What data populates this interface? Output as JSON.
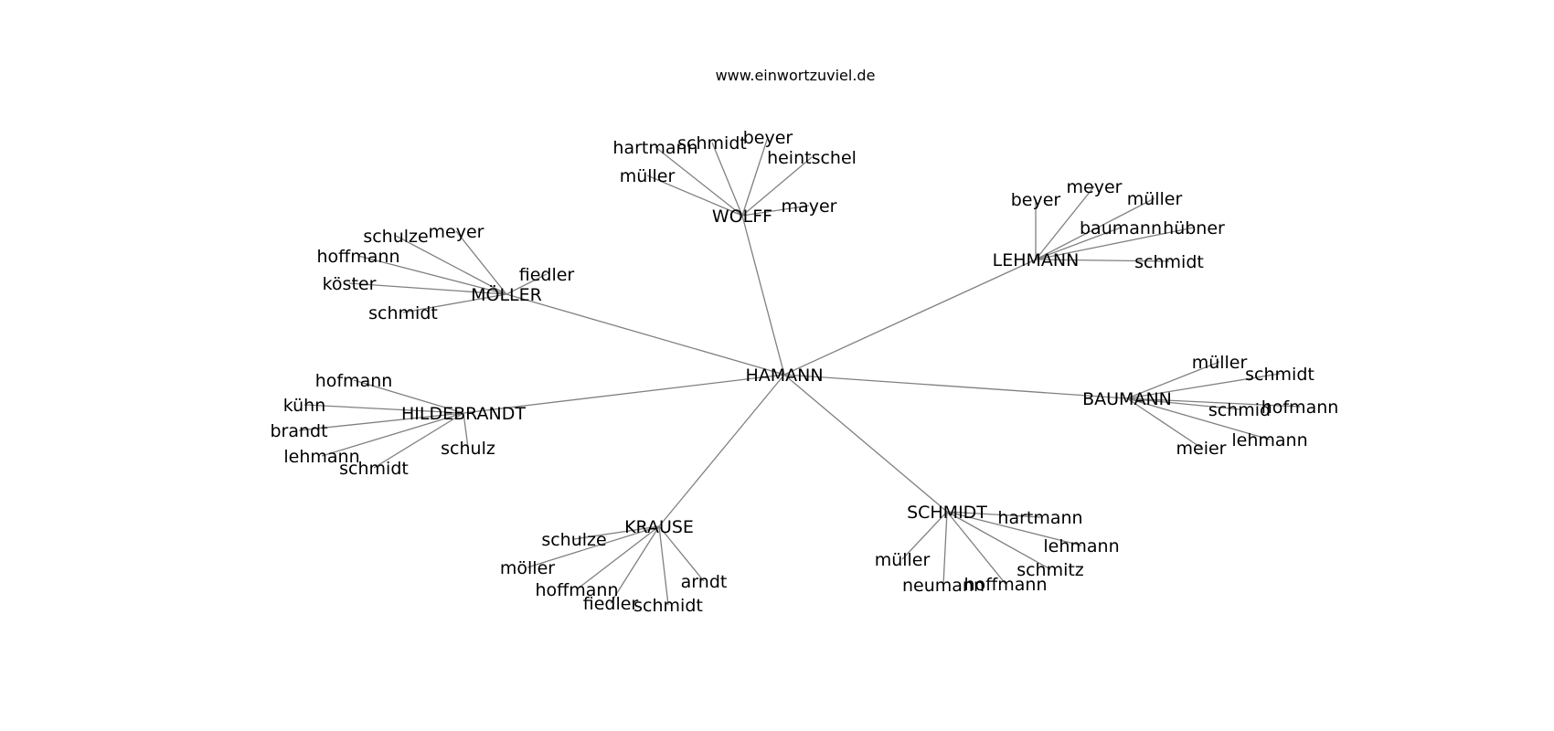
{
  "title": "www.einwortzuviel.de",
  "colors": {
    "edge": "#808080",
    "text": "#000000",
    "background": "#ffffff"
  },
  "graph": {
    "center": "HAMANN",
    "hubs": [
      {
        "name": "WOLFF",
        "leaves": [
          "hartmann",
          "schmidt",
          "beyer",
          "heintschel",
          "müller",
          "mayer"
        ]
      },
      {
        "name": "LEHMANN",
        "leaves": [
          "beyer",
          "meyer",
          "müller",
          "baumann",
          "hübner",
          "schmidt"
        ]
      },
      {
        "name": "MÖLLER",
        "leaves": [
          "schulze",
          "meyer",
          "hoffmann",
          "fiedler",
          "köster",
          "schmidt"
        ]
      },
      {
        "name": "HILDEBRANDT",
        "leaves": [
          "hofmann",
          "kühn",
          "brandt",
          "lehmann",
          "schmidt",
          "schulz"
        ]
      },
      {
        "name": "BAUMANN",
        "leaves": [
          "müller",
          "schmidt",
          "schmid",
          "hofmann",
          "lehmann",
          "meier"
        ]
      },
      {
        "name": "KRAUSE",
        "leaves": [
          "schulze",
          "möller",
          "hoffmann",
          "fiedler",
          "schmidt",
          "arndt"
        ]
      },
      {
        "name": "SCHMIDT",
        "leaves": [
          "hartmann",
          "lehmann",
          "müller",
          "schmitz",
          "neumann",
          "hoffmann"
        ]
      }
    ]
  }
}
